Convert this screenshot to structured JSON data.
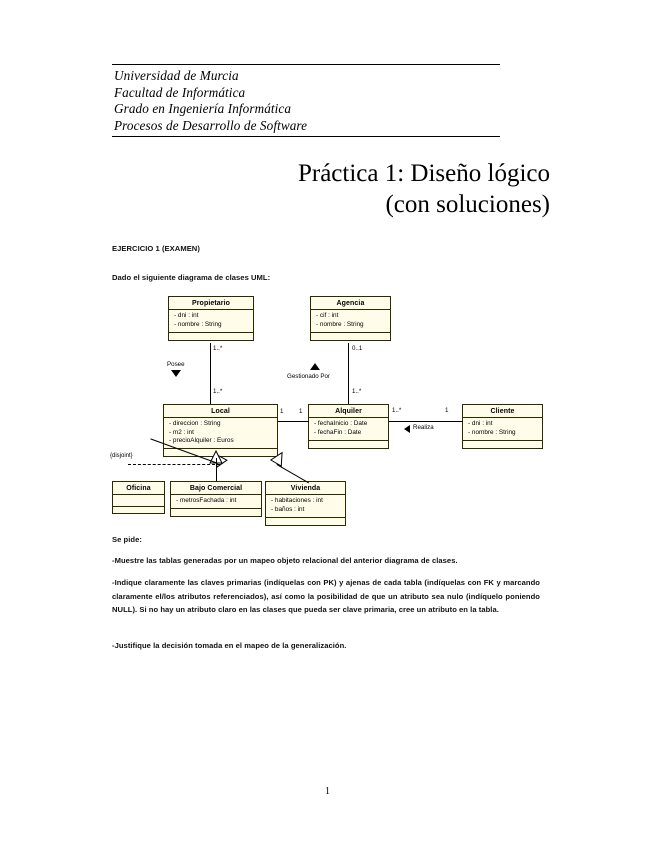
{
  "header": {
    "lines": [
      "Universidad de Murcia",
      "Facultad de Informática",
      "Grado en Ingeniería Informática",
      "Procesos de Desarrollo de Software"
    ]
  },
  "title": {
    "line1": "Práctica 1: Diseño lógico",
    "line2": "(con soluciones)"
  },
  "exercise": {
    "heading": "EJERCICIO 1 (EXAMEN)",
    "intro": "Dado el siguiente diagrama de clases UML:"
  },
  "requirements": {
    "se_pide": "Se pide:",
    "item1": "-Muestre las tablas generadas por un mapeo objeto relacional del anterior diagrama de clases.",
    "item2": "-Indique claramente las claves primarias (indíquelas con PK) y ajenas de cada tabla (indíquelas con FK y marcando claramente el/los atributos referenciados), así como la posibilidad de que un atributo sea nulo (indíquelo poniendo NULL). Si no hay un atributo claro en las clases que pueda ser clave primaria, cree un atributo en la tabla.",
    "item3": "-Justifique la decisión tomada en el mapeo de la generalización."
  },
  "page_number": "1",
  "diagram": {
    "classes": {
      "propietario": {
        "name": "Propietario",
        "attrs": [
          "- dni : int",
          "- nombre : String"
        ]
      },
      "agencia": {
        "name": "Agencia",
        "attrs": [
          "- cif : int",
          "- nombre : String"
        ]
      },
      "local": {
        "name": "Local",
        "attrs": [
          "- direccion : String",
          "- m2 : int",
          "- precioAlquiler : Euros"
        ]
      },
      "alquiler": {
        "name": "Alquiler",
        "attrs": [
          "- fechaInicio : Date",
          "- fechaFin : Date"
        ]
      },
      "cliente": {
        "name": "Cliente",
        "attrs": [
          "- dni : int",
          "- nombre : String"
        ]
      },
      "oficina": {
        "name": "Oficina",
        "attrs": []
      },
      "bajo_comercial": {
        "name": "Bajo Comercial",
        "attrs": [
          "- metrosFachada : int"
        ]
      },
      "vivienda": {
        "name": "Vivienda",
        "attrs": [
          "- habitaciones : int",
          "- baños : int"
        ]
      }
    },
    "associations": {
      "posee": {
        "label": "Posee",
        "mult_top": "1..*",
        "mult_bottom": "1..*"
      },
      "gestionado_por": {
        "label": "Gestionado Por",
        "mult_top": "0..1",
        "mult_bottom": "1..*"
      },
      "local_alquiler": {
        "mult_left": "1",
        "mult_right": "1"
      },
      "realiza": {
        "label": "Realiza",
        "mult_left": "1..*",
        "mult_right": "1"
      }
    },
    "generalization": {
      "constraint": "{disjoint}"
    }
  }
}
